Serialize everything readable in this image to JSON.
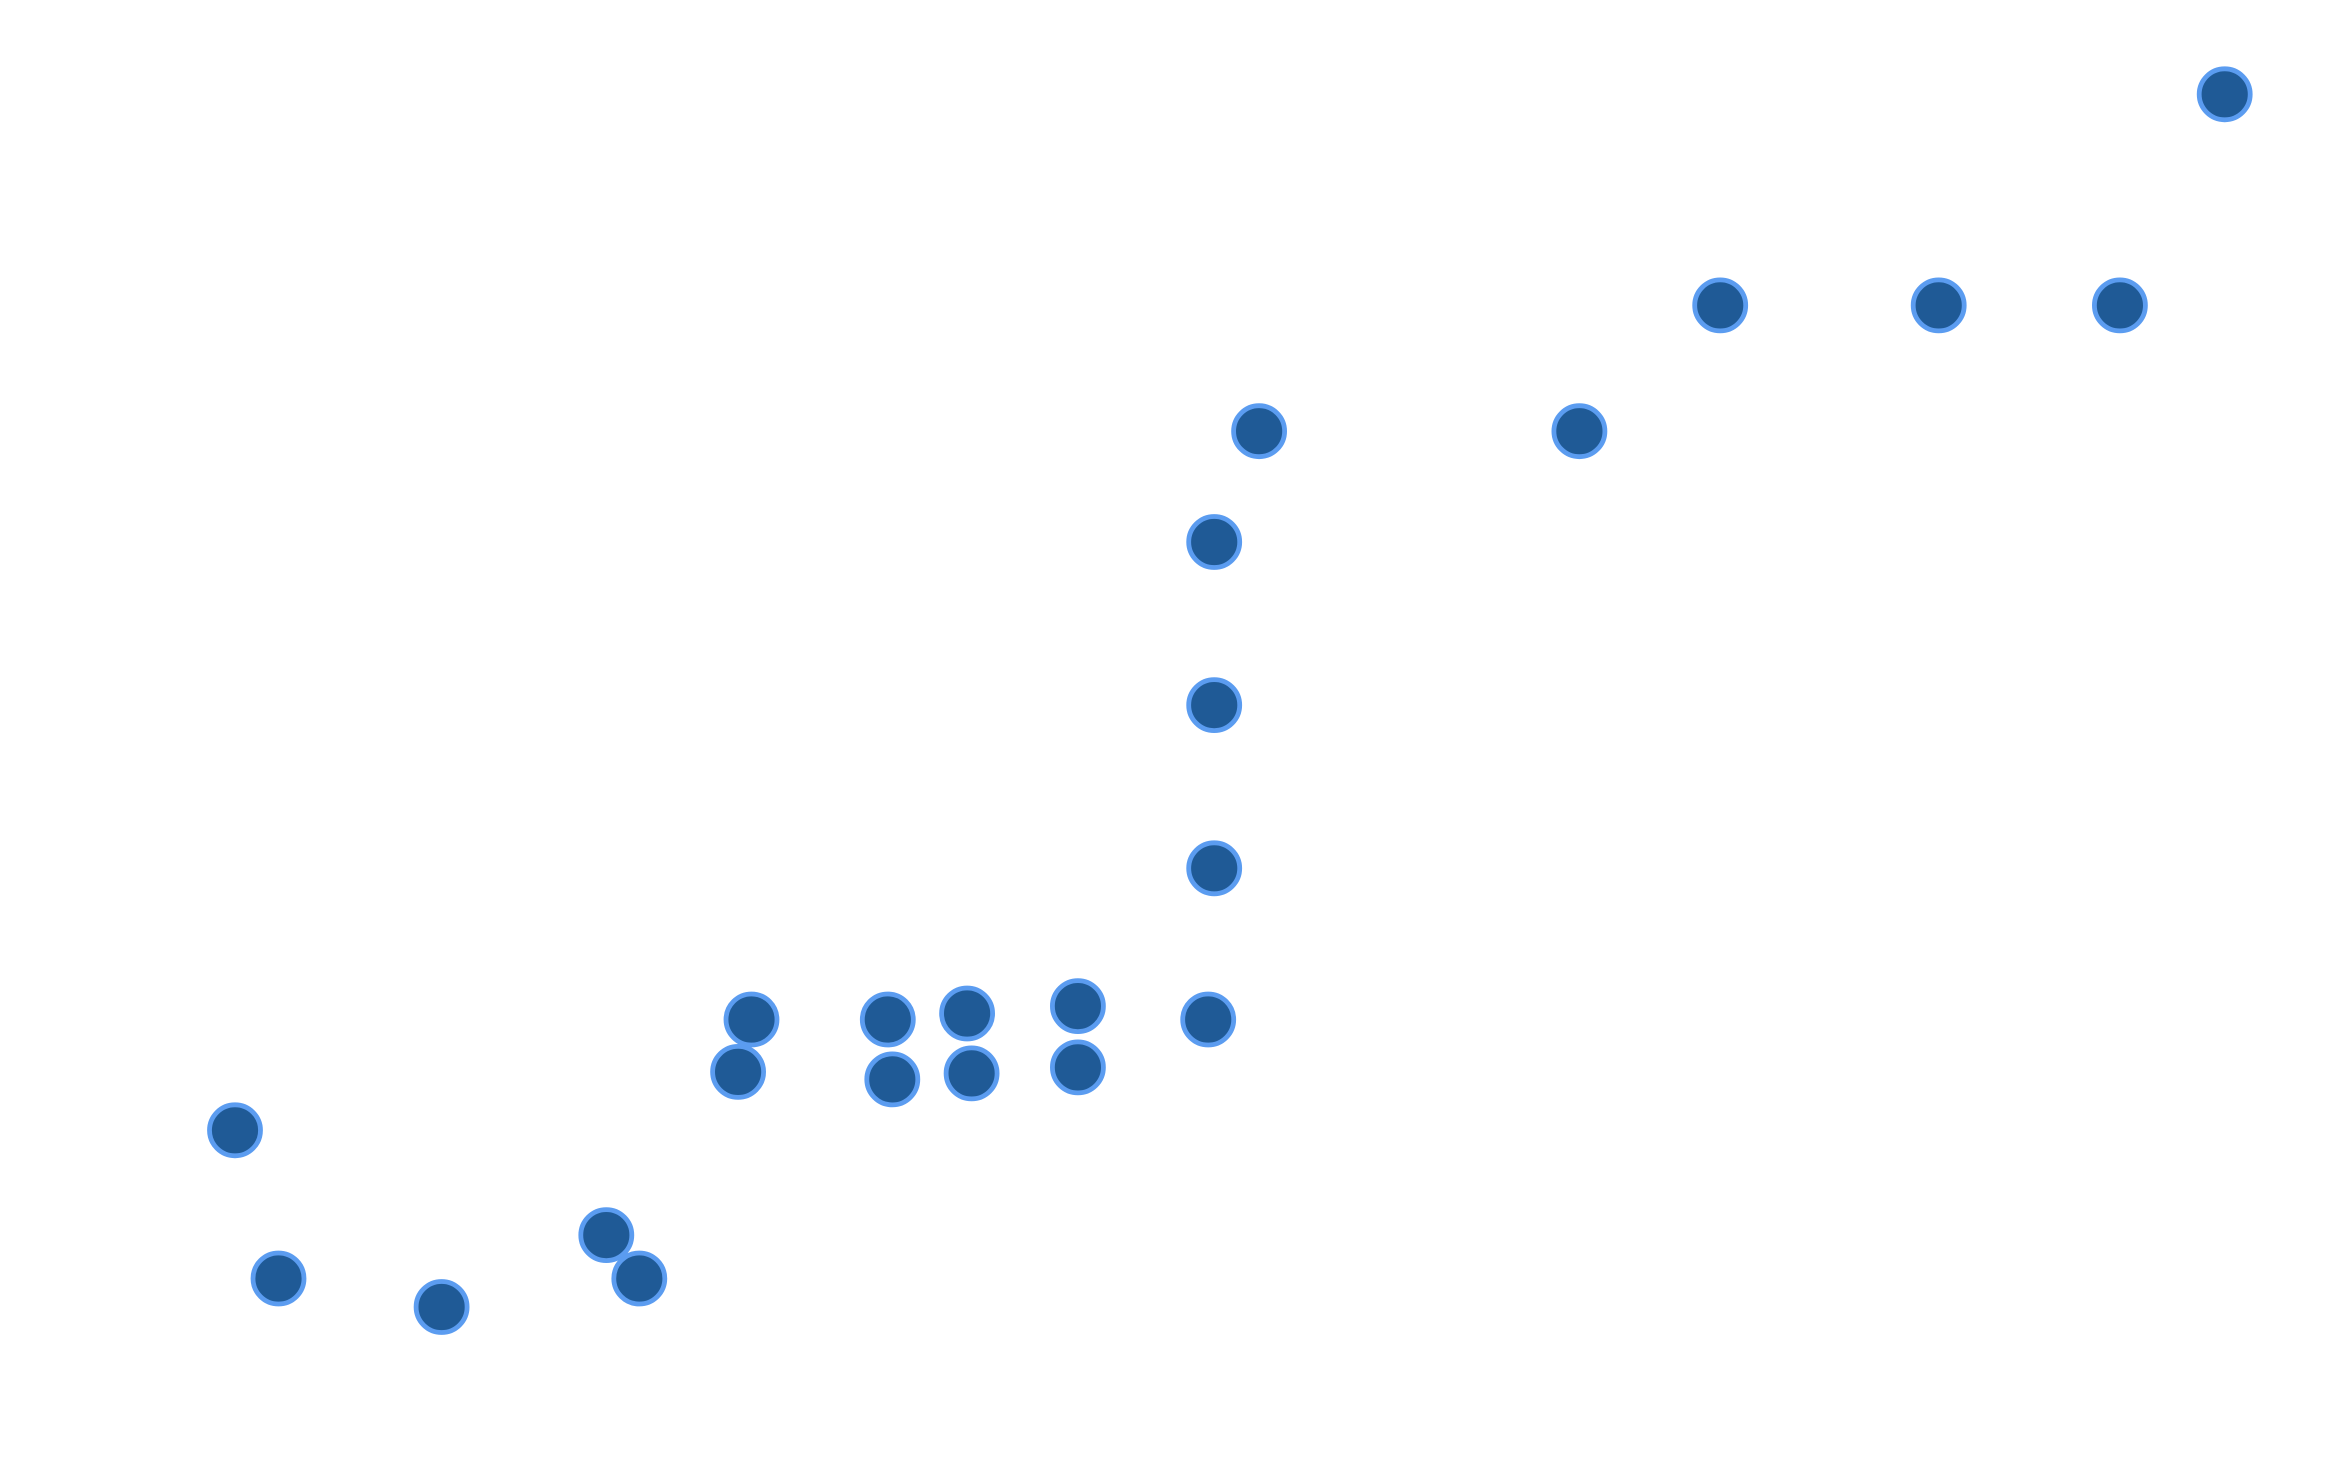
{
  "chart_data": {
    "type": "scatter",
    "grid": false,
    "axes_visible": false,
    "legend": "none",
    "series": [
      {
        "marker_fill": "#1f5a96",
        "marker_stroke": "#5b9cf0",
        "points": [
          {
            "x": 157,
            "y": 755
          },
          {
            "x": 186,
            "y": 854
          },
          {
            "x": 295,
            "y": 873
          },
          {
            "x": 405,
            "y": 825
          },
          {
            "x": 427,
            "y": 854
          },
          {
            "x": 493,
            "y": 716
          },
          {
            "x": 502,
            "y": 681
          },
          {
            "x": 593,
            "y": 681
          },
          {
            "x": 596,
            "y": 721
          },
          {
            "x": 646,
            "y": 677
          },
          {
            "x": 649,
            "y": 717
          },
          {
            "x": 720,
            "y": 672
          },
          {
            "x": 720,
            "y": 713
          },
          {
            "x": 807,
            "y": 681
          },
          {
            "x": 811,
            "y": 580
          },
          {
            "x": 811,
            "y": 471
          },
          {
            "x": 811,
            "y": 362
          },
          {
            "x": 841,
            "y": 288
          },
          {
            "x": 1055,
            "y": 288
          },
          {
            "x": 1149,
            "y": 204
          },
          {
            "x": 1295,
            "y": 204
          },
          {
            "x": 1416,
            "y": 204
          },
          {
            "x": 1486,
            "y": 63
          }
        ]
      }
    ]
  }
}
